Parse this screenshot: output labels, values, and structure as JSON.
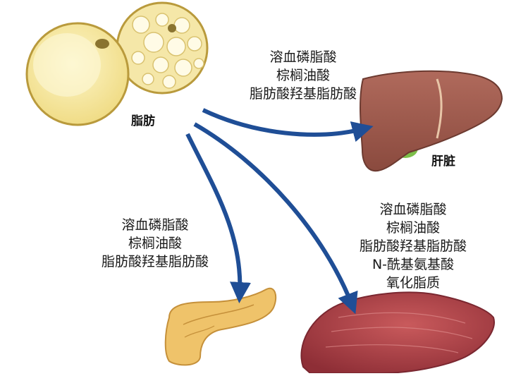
{
  "organs": {
    "fat": {
      "label": "脂肪"
    },
    "liver": {
      "label": "肝脏"
    }
  },
  "labels": {
    "to_liver": [
      "溶血磷脂酸",
      "棕榈油酸",
      "脂肪酸羟基脂肪酸"
    ],
    "to_pancreas": [
      "溶血磷脂酸",
      "棕榈油酸",
      "脂肪酸羟基脂肪酸"
    ],
    "to_muscle": [
      "溶血磷脂酸",
      "棕榈油酸",
      "脂肪酸羟基脂肪酸",
      "N-酰基氨基酸",
      "氧化脂质"
    ]
  },
  "colors": {
    "arrow": "#1f4e96",
    "fat_fill": "#f7e9a0",
    "fat_outline": "#b99a3c",
    "liver_fill": "#a0594c",
    "gallbladder": "#7dbf4a",
    "pancreas_fill": "#efc36a",
    "muscle_fill": "#b5434a"
  }
}
